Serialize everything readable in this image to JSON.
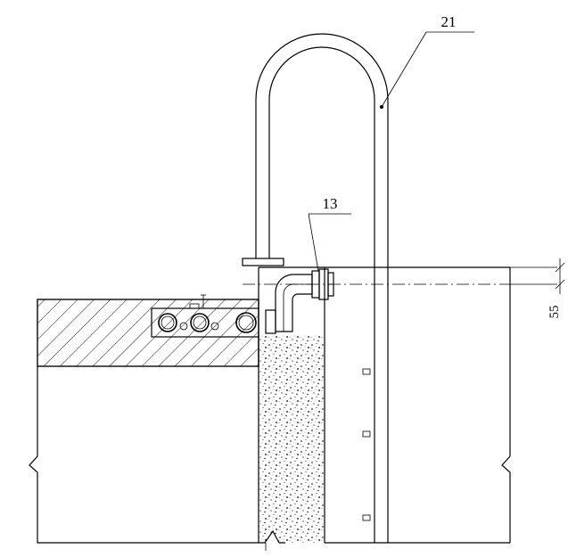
{
  "callouts": {
    "pipe_label": "21",
    "fitting_label": "13"
  },
  "dimensions": {
    "height_label": "55"
  }
}
